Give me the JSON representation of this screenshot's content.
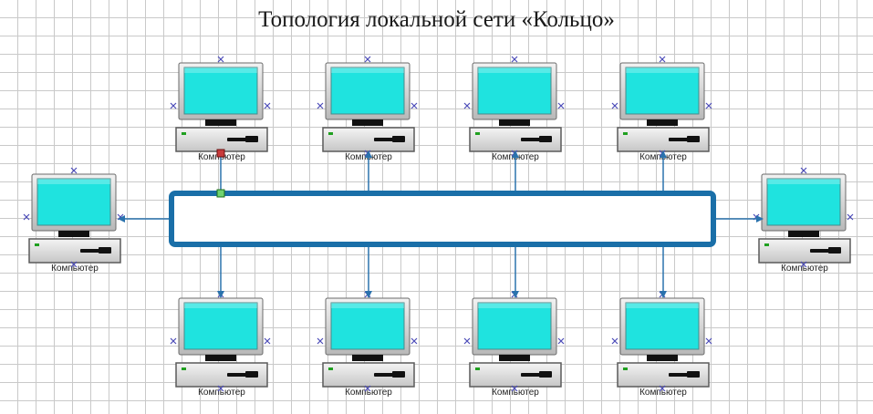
{
  "title": "Топология локальной сети «Кольцо»",
  "computer_label": "Компьютер",
  "computers": [
    {
      "id": "top-1"
    },
    {
      "id": "top-2"
    },
    {
      "id": "top-3"
    },
    {
      "id": "top-4"
    },
    {
      "id": "left"
    },
    {
      "id": "right"
    },
    {
      "id": "bottom-1"
    },
    {
      "id": "bottom-2"
    },
    {
      "id": "bottom-3"
    },
    {
      "id": "bottom-4"
    }
  ],
  "colors": {
    "screen": "#1fe3df",
    "ring": "#1a6fa8",
    "connector": "#2a72ad",
    "handle": "#4a4ab8"
  }
}
